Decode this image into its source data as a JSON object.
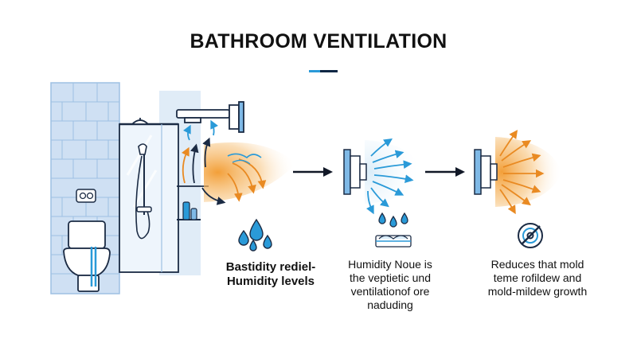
{
  "title": "BATHROOM VENTILATION",
  "colors": {
    "accent_blue": "#2a9ad8",
    "navy": "#0e2744",
    "warm_orange": "#f0a23c",
    "wall_blue": "#cfe0f3",
    "wall_line": "#9ec0e3"
  },
  "steps": [
    {
      "caption_lines": [
        "Bastidity rediel-",
        "Humidity levels"
      ],
      "icon": "water-drops-icon"
    },
    {
      "caption_lines": [
        "Humidity Noue is",
        "the veptietic und",
        "ventilationof ore",
        "naduding"
      ],
      "icon": "towel-drops-icon"
    },
    {
      "caption_lines": [
        "Reduces that mold",
        "teme rofildew and",
        "mold-mildew growth"
      ],
      "icon": "mold-shield-icon"
    }
  ],
  "flow_arrows": [
    "arrow-right-icon",
    "arrow-right-icon"
  ]
}
